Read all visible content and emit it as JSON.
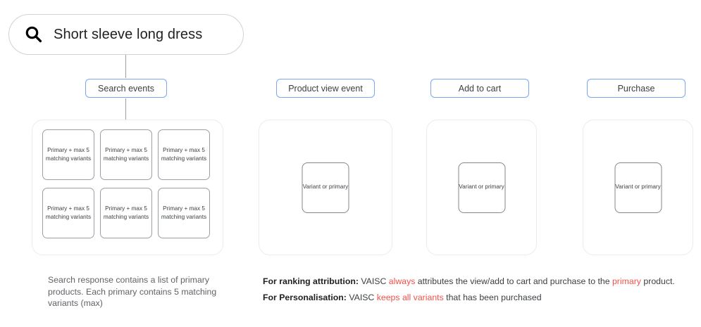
{
  "search": {
    "icon": "search-icon",
    "query": "Short sleeve long dress"
  },
  "stages": {
    "search_events": {
      "label": "Search events",
      "card_text": "Primary + max 5 matching variants",
      "card_count": 6
    },
    "product_view": {
      "label": "Product view event",
      "card_text": "Variant or primary"
    },
    "add_to_cart": {
      "label": "Add to cart",
      "card_text": "Variant or primary"
    },
    "purchase": {
      "label": "Purchase",
      "card_text": "Variant or primary"
    }
  },
  "captions": {
    "left": "Search response contains a list of primary products. Each primary contains 5 matching variants (max)",
    "ranking": {
      "lead": "For ranking attribution:",
      "part1": " VAISC ",
      "highlight1": "always",
      "part2": " attributes the view/add to cart and purchase to the ",
      "highlight2": "primary",
      "part3": " product."
    },
    "personalisation": {
      "lead": "For Personalisation:",
      "part1": " VAISC ",
      "highlight1": "keeps all variants",
      "part2": " that has been purchased"
    }
  },
  "colors": {
    "label_border": "#7aa6f5",
    "highlight": "#f4514a",
    "card_border": "#9aa0a6",
    "box_border": "#ececec",
    "connector": "#9aa0a6"
  }
}
